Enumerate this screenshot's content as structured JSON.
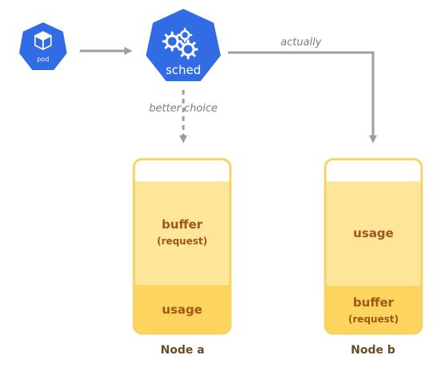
{
  "pod": {
    "label": "pod",
    "icon": "pod-cube-icon",
    "color": "#326ce5"
  },
  "scheduler": {
    "label": "sched",
    "icon": "gears-icon",
    "color": "#326ce5"
  },
  "arrows": {
    "better_choice": "better choice",
    "actually": "actually"
  },
  "nodes": [
    {
      "name": "Node a",
      "upper_label": "buffer",
      "upper_sublabel": "(request)",
      "lower_label": "usage",
      "lower_sublabel": ""
    },
    {
      "name": "Node b",
      "upper_label": "usage",
      "upper_sublabel": "",
      "lower_label": "buffer",
      "lower_sublabel": "(request)"
    }
  ],
  "colors": {
    "k8s_blue": "#326ce5",
    "arrow_gray": "#9e9e9e",
    "node_border": "#f6d365",
    "node_top": "#ffffff",
    "node_middle": "#fde59a",
    "node_bottom": "#fdd55e",
    "label_text": "#a0561a"
  }
}
